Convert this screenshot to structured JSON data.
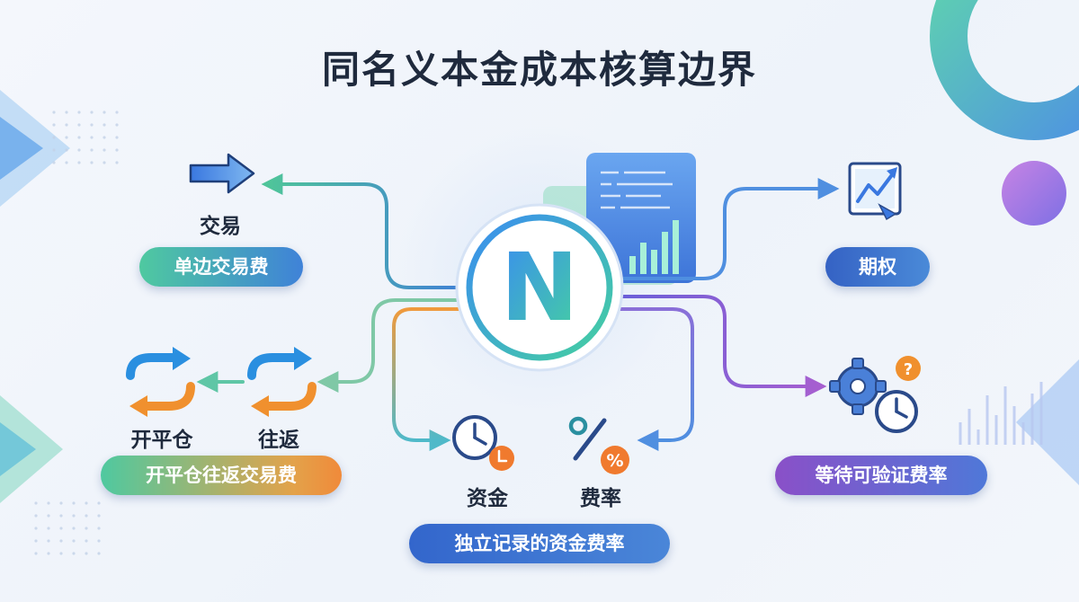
{
  "title": "同名义本金成本核算边界",
  "nodes": {
    "trade": {
      "label": "交易",
      "pill": "单边交易费"
    },
    "round_trip": {
      "open_close_label": "开平仓",
      "round_label": "往返",
      "pill": "开平仓往返交易费"
    },
    "funding": {
      "capital_label": "资金",
      "rate_label": "费率",
      "pill": "独立记录的资金费率"
    },
    "options": {
      "pill": "期权"
    },
    "pending": {
      "pill": "等待可验证费率"
    }
  },
  "center_logo": {
    "letter": "N"
  },
  "icons": {
    "trade": "arrow-right-icon",
    "round_trip": "cycle-arrows-icon",
    "funding_capital": "clock-icon",
    "funding_rate": "percent-icon",
    "options": "trend-chart-icon",
    "pending": "gear-clock-question-icon"
  },
  "colors": {
    "title": "#1f2a3d",
    "blue": "#3f7fd6",
    "green": "#4fc49a",
    "orange": "#f09a3c",
    "purple": "#8a4fc8",
    "teal": "#3cbfae"
  }
}
